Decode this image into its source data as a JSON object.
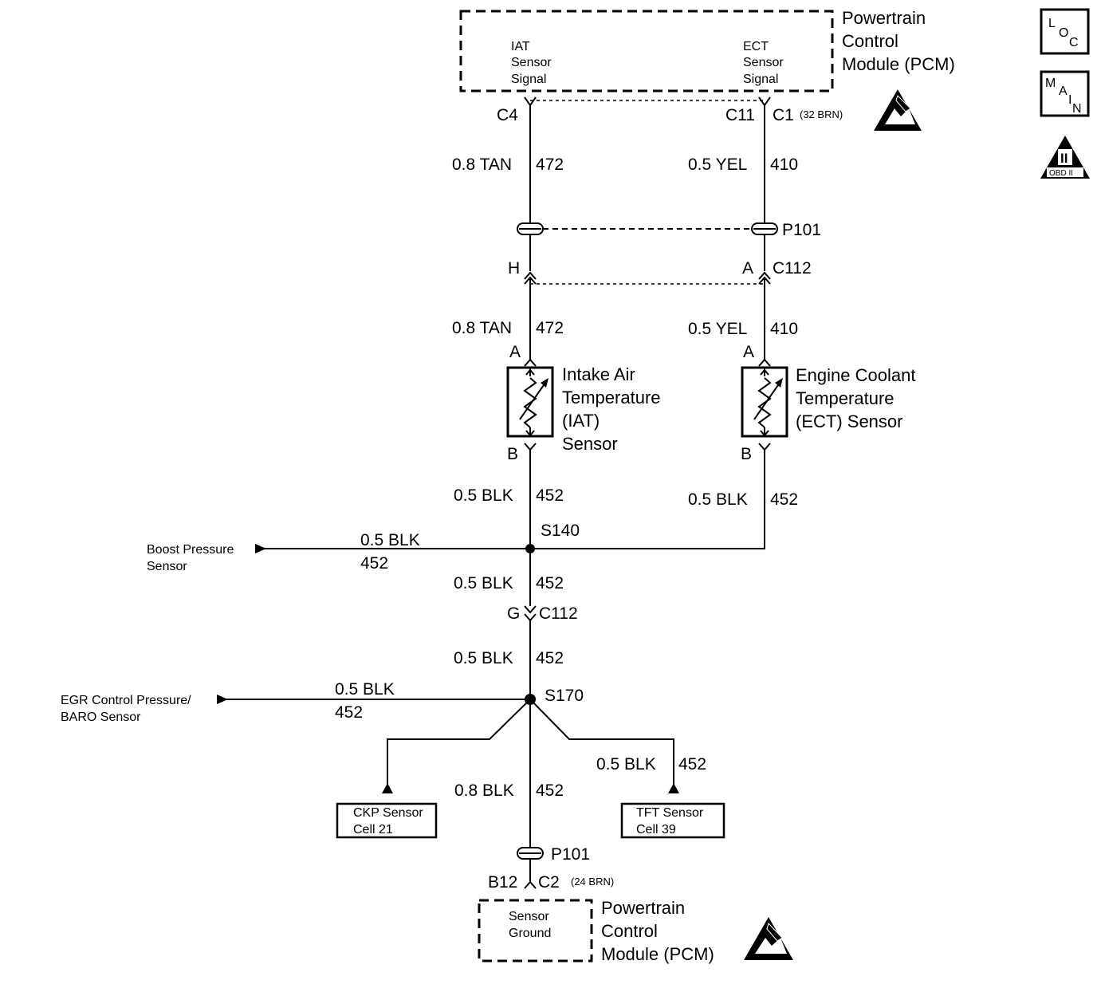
{
  "pcm_top": {
    "title": [
      "Powertrain",
      "Control",
      "Module (PCM)"
    ],
    "iat_signal": [
      "IAT",
      "Sensor",
      "Signal"
    ],
    "ect_signal": [
      "ECT",
      "Sensor",
      "Signal"
    ],
    "connector_c1": "C1",
    "connector_c1_note": "(32 BRN)"
  },
  "pins": {
    "c4": "C4",
    "c11": "C11",
    "h": "H",
    "a_c112": "A",
    "c112": "C112",
    "iat_a": "A",
    "iat_b": "B",
    "ect_a": "A",
    "ect_b": "B",
    "g": "G",
    "c112_ground": "C112",
    "b12": "B12",
    "c2": "C2",
    "c2_note": "(24 BRN)"
  },
  "wires": {
    "iat_upper_gauge": "0.8 TAN",
    "iat_upper_circuit": "472",
    "ect_upper_gauge": "0.5 YEL",
    "ect_upper_circuit": "410",
    "iat_lower_gauge": "0.8 TAN",
    "iat_lower_circuit": "472",
    "ect_lower_gauge": "0.5 YEL",
    "ect_lower_circuit": "410",
    "iat_ground_gauge": "0.5 BLK",
    "iat_ground_circuit": "452",
    "ect_ground_gauge": "0.5 BLK",
    "ect_ground_circuit": "452",
    "boost_gauge": "0.5 BLK",
    "boost_circuit": "452",
    "s140_s170a_gauge": "0.5 BLK",
    "s140_s170a_circuit": "452",
    "s140_s170b_gauge": "0.5 BLK",
    "s140_s170b_circuit": "452",
    "egr_gauge": "0.5 BLK",
    "egr_circuit": "452",
    "tft_gauge": "0.5 BLK",
    "tft_circuit": "452",
    "pcm_ground_gauge": "0.8 BLK",
    "pcm_ground_circuit": "452"
  },
  "shields": {
    "p101_top": "P101",
    "p101_bottom": "P101"
  },
  "splices": {
    "s140": "S140",
    "s170": "S170"
  },
  "sensors": {
    "iat": [
      "Intake Air",
      "Temperature",
      "(IAT)",
      "Sensor"
    ],
    "ect": [
      "Engine Coolant",
      "Temperature",
      "(ECT) Sensor"
    ]
  },
  "destinations": {
    "boost": [
      "Boost Pressure",
      "Sensor"
    ],
    "egr": [
      "EGR Control Pressure/",
      "BARO Sensor"
    ],
    "ckp": [
      "CKP Sensor",
      "Cell 21"
    ],
    "tft": [
      "TFT Sensor",
      "Cell 39"
    ]
  },
  "pcm_bottom": {
    "title": [
      "Powertrain",
      "Control",
      "Module (PCM)"
    ],
    "ground": [
      "Sensor",
      "Ground"
    ]
  },
  "badges": {
    "loc": [
      "L",
      "O",
      "C"
    ],
    "main": [
      "M",
      "A",
      "I",
      "N"
    ],
    "obd_numeral": "II",
    "obd_text": "OBD II"
  },
  "icons": {
    "esd": "esd-warning-icon",
    "loc": "location-icon",
    "main": "main-icon",
    "obd": "obd-ii-icon"
  }
}
